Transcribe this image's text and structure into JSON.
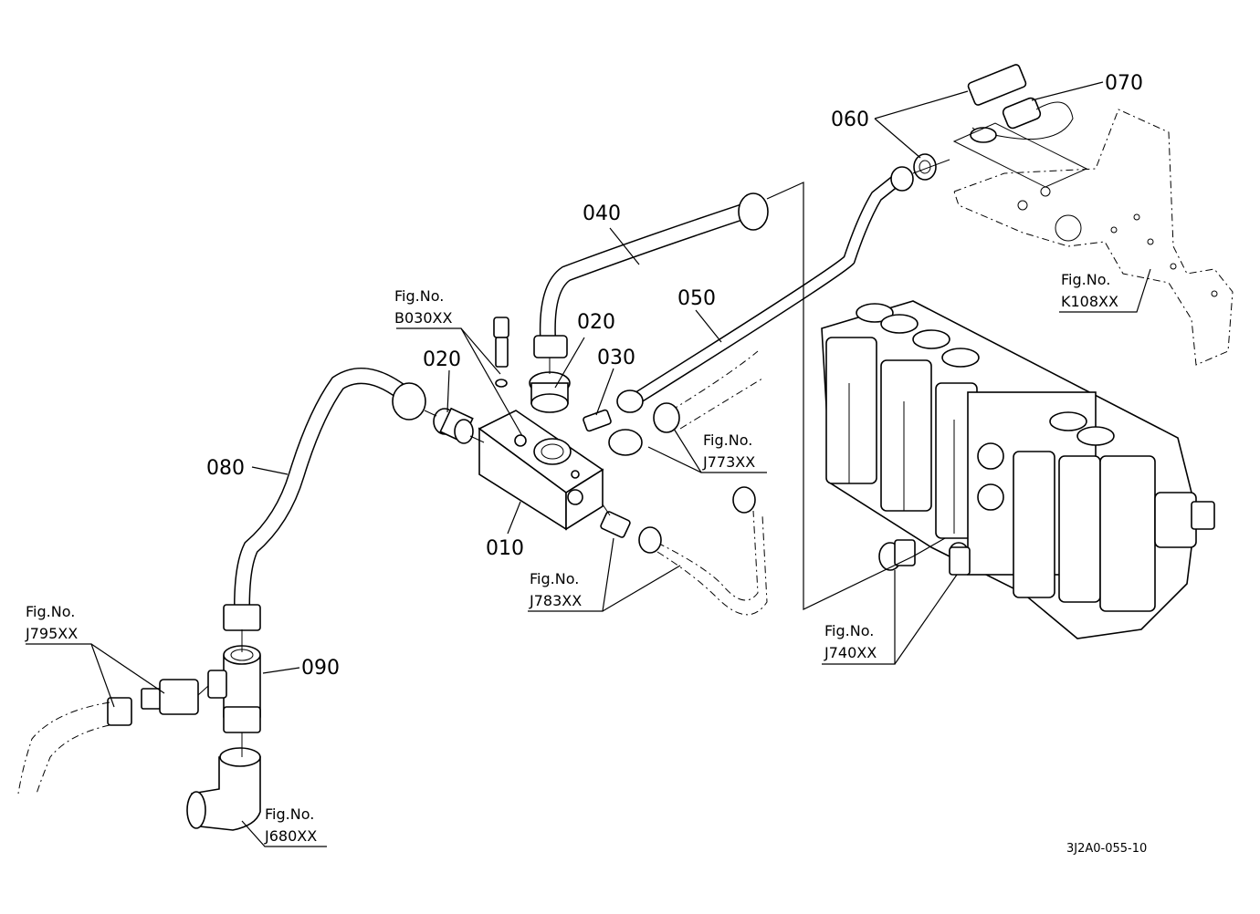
{
  "callouts": {
    "p010": "010",
    "p020a": "020",
    "p020b": "020",
    "p030": "030",
    "p040": "040",
    "p050": "050",
    "p060": "060",
    "p070": "070",
    "p080": "080",
    "p090": "090"
  },
  "refs": {
    "b030": {
      "prefix": "Fig.No.",
      "code": "B030XX"
    },
    "j773": {
      "prefix": "Fig.No.",
      "code": "J773XX"
    },
    "j783": {
      "prefix": "Fig.No.",
      "code": "J783XX"
    },
    "j795": {
      "prefix": "Fig.No.",
      "code": "J795XX"
    },
    "j680": {
      "prefix": "Fig.No.",
      "code": "J680XX"
    },
    "j740": {
      "prefix": "Fig.No.",
      "code": "J740XX"
    },
    "k108": {
      "prefix": "Fig.No.",
      "code": "K108XX"
    }
  },
  "drawing_code": "3J2A0-055-10"
}
